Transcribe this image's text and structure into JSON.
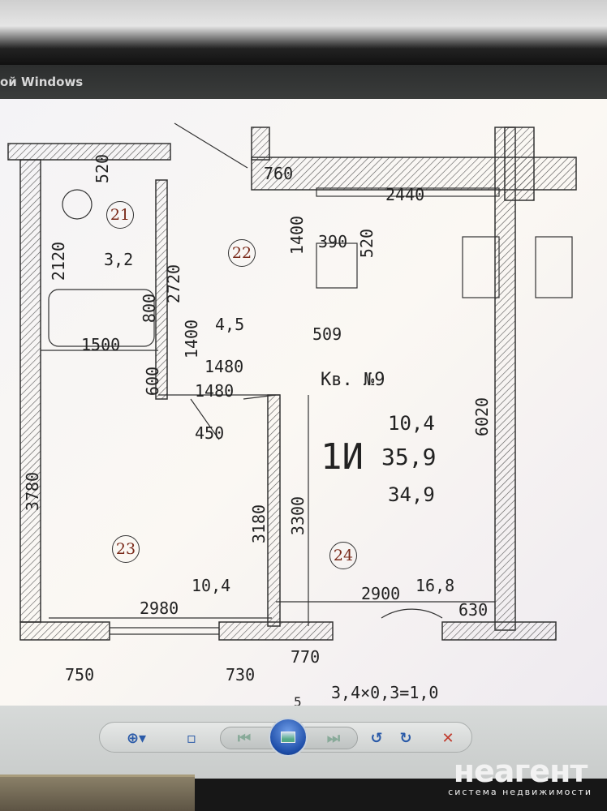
{
  "window": {
    "title": "ой Windows"
  },
  "plan": {
    "apartment_label": "Кв. №9",
    "apartment_type": "1И",
    "area_living": "10,4",
    "area_total": "35,9",
    "area_net": "34,9",
    "rooms": [
      {
        "number": "21",
        "area": "3,2"
      },
      {
        "number": "22",
        "area": "4,5"
      },
      {
        "number": "23",
        "area": "10,4"
      },
      {
        "number": "24",
        "area": "16,8"
      }
    ],
    "balcony_number": "5",
    "balcony_formula": "3,4×0,3=1,0",
    "dims": {
      "d520a": "520",
      "d2120": "2120",
      "d800": "800",
      "d1500": "1500",
      "d2720": "2720",
      "d1400a": "1400",
      "d1480a": "1480",
      "d1480b": "1480",
      "d600": "600",
      "d450": "450",
      "d760": "760",
      "d2440": "2440",
      "d1400b": "1400",
      "d390": "390",
      "d520b": "520",
      "d509": "509",
      "d6020": "6020",
      "d3780": "3780",
      "d3180": "3180",
      "d3300": "3300",
      "d2980": "2980",
      "d2900": "2900",
      "d630": "630",
      "d750": "750",
      "d730": "730",
      "d770": "770"
    }
  },
  "toolbar": {
    "zoom": "zoom-icon",
    "fit": "actual-size-icon",
    "prev": "previous-icon",
    "slideshow": "slideshow-icon",
    "next": "next-icon",
    "rotate_ccw": "rotate-left-icon",
    "rotate_cw": "rotate-right-icon",
    "delete": "delete-icon"
  },
  "watermark": {
    "name": "неагент",
    "tagline": "система недвижимости"
  }
}
